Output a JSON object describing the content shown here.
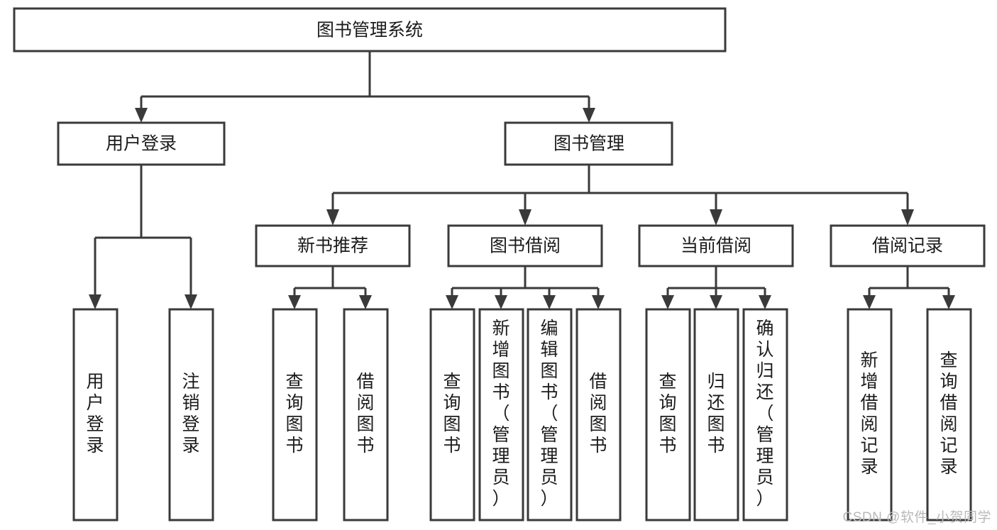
{
  "diagram": {
    "title": "图书管理系统",
    "type": "tree",
    "watermark": "CSDN @软件_小贺同学",
    "colors": {
      "stroke": "#3a3a3a",
      "fill": "#ffffff",
      "text": "#1b1b1b",
      "watermark": "#b9b9b9",
      "background": "#ffffff"
    },
    "root": {
      "label": "图书管理系统",
      "orientation": "horizontal"
    },
    "level2": [
      {
        "label": "用户登录",
        "orientation": "horizontal"
      },
      {
        "label": "图书管理",
        "orientation": "horizontal"
      }
    ],
    "level3": [
      {
        "label": "新书推荐",
        "orientation": "horizontal"
      },
      {
        "label": "图书借阅",
        "orientation": "horizontal"
      },
      {
        "label": "当前借阅",
        "orientation": "horizontal"
      },
      {
        "label": "借阅记录",
        "orientation": "horizontal"
      }
    ],
    "leaves": {
      "user_login": [
        {
          "label": "用户登录",
          "orientation": "vertical"
        },
        {
          "label": "注销登录",
          "orientation": "vertical"
        }
      ],
      "new_book_recommend": [
        {
          "label": "查询图书",
          "orientation": "vertical"
        },
        {
          "label": "借阅图书",
          "orientation": "vertical"
        }
      ],
      "book_borrow": [
        {
          "label": "查询图书",
          "orientation": "vertical"
        },
        {
          "label": "新增图书（管理员）",
          "orientation": "vertical"
        },
        {
          "label": "编辑图书（管理员）",
          "orientation": "vertical"
        },
        {
          "label": "借阅图书",
          "orientation": "vertical"
        }
      ],
      "current_borrow": [
        {
          "label": "查询图书",
          "orientation": "vertical"
        },
        {
          "label": "归还图书",
          "orientation": "vertical"
        },
        {
          "label": "确认归还（管理员）",
          "orientation": "vertical"
        }
      ],
      "borrow_record": [
        {
          "label": "新增借阅记录",
          "orientation": "vertical"
        },
        {
          "label": "查询借阅记录",
          "orientation": "vertical"
        }
      ]
    }
  }
}
